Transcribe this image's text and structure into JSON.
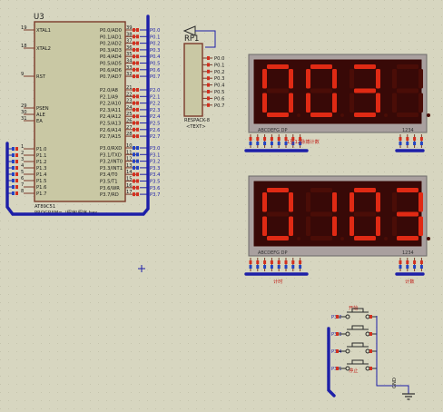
{
  "cpu": {
    "ref": "U3",
    "part": "AT89C51",
    "program_label": "PROGRAM=..\\程序\\程序.hex",
    "left_pins": [
      "XTAL1",
      "XTAL2",
      "RST",
      "PSEN",
      "ALE",
      "EA",
      "P1.0",
      "P1.1",
      "P1.2",
      "P1.3",
      "P1.4",
      "P1.5",
      "P1.6",
      "P1.7"
    ],
    "right_pins": [
      "P0.0/AD0",
      "P0.1/AD1",
      "P0.2/AD2",
      "P0.3/AD3",
      "P0.4/AD4",
      "P0.5/AD5",
      "P0.6/AD6",
      "P0.7/AD7",
      "P2.0/A8",
      "P2.1/A9",
      "P2.2/A10",
      "P2.3/A11",
      "P2.4/A12",
      "P2.5/A13",
      "P2.6/A14",
      "P2.7/A15",
      "P3.0/RXD",
      "P3.1/TXD",
      "P3.2/INT0",
      "P3.3/INT1",
      "P3.4/T0",
      "P3.5/T1",
      "P3.6/WR",
      "P3.7/RD"
    ],
    "left_pin_numbers": [
      "19",
      "18",
      "9",
      "29",
      "30",
      "31",
      "1",
      "2",
      "3",
      "4",
      "5",
      "6",
      "7",
      "8"
    ],
    "right_pin_numbers": [
      "39",
      "38",
      "37",
      "36",
      "35",
      "34",
      "33",
      "32",
      "21",
      "22",
      "23",
      "24",
      "25",
      "26",
      "27",
      "28",
      "10",
      "11",
      "12",
      "13",
      "14",
      "15",
      "16",
      "17"
    ]
  },
  "resistor_pack": {
    "ref": "RP1",
    "part": "RESPACK-8",
    "text_placeholder": "<TEXT>",
    "pins": [
      "P0.0",
      "P0.1",
      "P0.2",
      "P0.3",
      "P0.4",
      "P0.5",
      "P0.6",
      "P0.7"
    ]
  },
  "display_top": {
    "digits": [
      "0",
      "0",
      "3",
      ""
    ],
    "segment_label": "ABCDEFG DP",
    "digit_label": "1234",
    "caption": "1至12脉搏计数"
  },
  "display_bottom": {
    "digits": [
      "0",
      "1",
      "0",
      "3"
    ],
    "segment_label": "ABCDEFG DP",
    "digit_label": "1234",
    "caption_left": "计时",
    "caption_right": "计数"
  },
  "buttons": {
    "top_label": "开始",
    "bottom_label": "停止",
    "net_labels": [
      "P3.2",
      "P3.3",
      "P3.4",
      "P3.5"
    ],
    "ground_label": "GND"
  },
  "colors": {
    "background": "#d7d6c0",
    "wire": "#1d1fa8",
    "segment_on": "#e02a14",
    "segment_off": "#4a0d07"
  }
}
